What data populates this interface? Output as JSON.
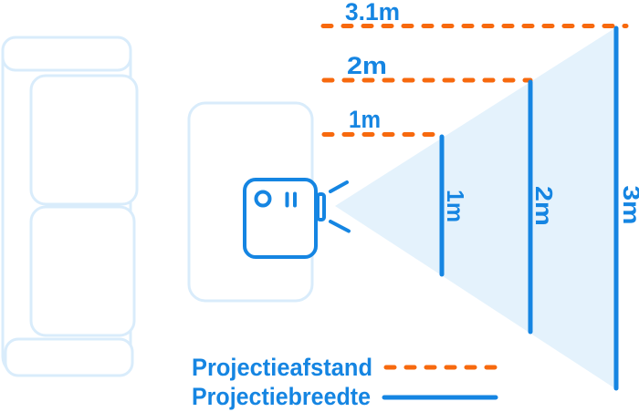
{
  "diagram": {
    "distance_markers": [
      {
        "label": "1m"
      },
      {
        "label": "2m"
      },
      {
        "label": "3.1m"
      }
    ],
    "width_markers": [
      {
        "label": "1m"
      },
      {
        "label": "2m"
      },
      {
        "label": "3m"
      }
    ],
    "icons": {
      "couch": "couch-top-view-icon",
      "stand": "projector-stand-icon",
      "projector": "projector-icon",
      "cone": "projection-cone"
    }
  },
  "legend": {
    "items": [
      {
        "label": "Projectieafstand",
        "style": "dashed",
        "color": "#f7690e"
      },
      {
        "label": "Projectiebreedte",
        "style": "solid",
        "color": "#1585e2"
      }
    ]
  },
  "colors": {
    "accent_blue": "#1585e2",
    "accent_orange": "#f7690e",
    "cone_fill": "#e4f2fc",
    "furniture_outline": "#d9ecfb",
    "background": "#ffffff"
  }
}
